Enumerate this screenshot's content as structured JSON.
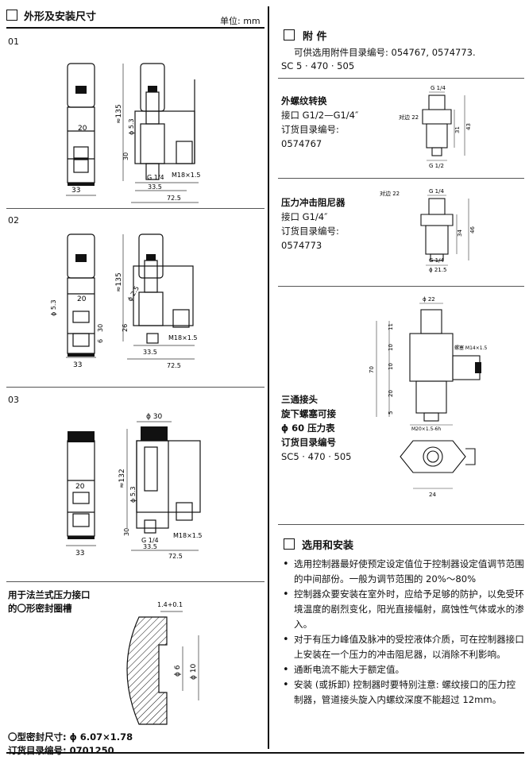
{
  "left": {
    "title": "外形及安装尺寸",
    "unit": "单位: mm",
    "variants": [
      {
        "id": "01",
        "dims": {
          "height": "≈135",
          "d1": "20",
          "d2": "30",
          "d3": "ϕ 5.3",
          "width": "33",
          "thread": "G 1/4",
          "d4": "33.5",
          "total": "72.5",
          "m": "M18×1.5"
        }
      },
      {
        "id": "02",
        "dims": {
          "height": "≈135",
          "d1": "20",
          "d2": "30",
          "d3": "6",
          "d4": "26",
          "d5": "ϕ 5.3",
          "d6": "ϕ 2.5",
          "width": "33",
          "d7": "33.5",
          "total": "72.5",
          "m": "M18×1.5"
        }
      },
      {
        "id": "03",
        "dims": {
          "top": "ϕ 30",
          "height": "≈132",
          "d1": "20",
          "d2": "30",
          "d3": "ϕ 5.3",
          "width": "33",
          "thread": "G 1/4",
          "d4": "33.5",
          "total": "72.5",
          "m": "M18×1.5"
        }
      }
    ],
    "flange": {
      "title_line1": "用于法兰式压力接口",
      "title_line2": "的〇形密封圈槽",
      "dim_top": "1.4+0.1",
      "dim_d1": "ϕ 6",
      "dim_d2": "ϕ 10",
      "seal_size": "〇型密封尺寸: ϕ 6.07×1.78",
      "order_no": "订货目录编号: 0701250"
    }
  },
  "right": {
    "accessories": {
      "title": "附  件",
      "line1": "可供选用附件目录编号: 054767, 0574773.",
      "line2": "SC 5 · 470 · 505"
    },
    "items": [
      {
        "name": "外螺纹转换",
        "line2": "接口 G1/2—G1/4″",
        "line3": "订货目录编号:",
        "line4": "0574767",
        "dims": {
          "top": "G 1/4",
          "across": "对边 22",
          "a": "31",
          "b": "43",
          "bottom": "G 1/2"
        }
      },
      {
        "name": "压力冲击阻尼器",
        "line2": "接口 G1/4″",
        "line3": "订货目录编号:",
        "line4": "0574773",
        "dims": {
          "top": "G 1/4",
          "across": "对边 22",
          "a": "34",
          "b": "46",
          "bottom": "G 1/4",
          "c": "ϕ 21.5"
        }
      },
      {
        "name": "三通接头",
        "line2": "旋下螺塞可接",
        "line3": "ϕ 60 压力表",
        "line4": "订货目录编号",
        "line5": "SC5 · 470 · 505",
        "dims": {
          "a": "ϕ 22",
          "b": "11",
          "c": "10",
          "d": "10",
          "e": "20",
          "f": "5",
          "g": "70",
          "h": "螺塞 M14×1.5",
          "i": "M20×1.5-6h",
          "j": "24"
        }
      }
    ],
    "usage": {
      "title": "选用和安装",
      "bullets": [
        "选用控制器最好使预定设定值位于控制器设定值调节范围的中间部份。一般为调节范围的 20%～80%",
        "控制器众要安装在室外时，应给予足够的防护，以免受环境温度的剧烈变化，阳光直接幅射，腐蚀性气体或水的渗入。",
        "对于有压力峰值及脉冲的受控液体介质，可在控制器接口上安装在一个压力的冲击阻尼器，以消除不利影响。",
        "通断电流不能大于额定值。",
        "安装 (或拆卸) 控制器时要特别注意: 螺纹接口的压力控制器，管道接头旋入内螺纹深度不能超过 12mm。"
      ]
    }
  }
}
